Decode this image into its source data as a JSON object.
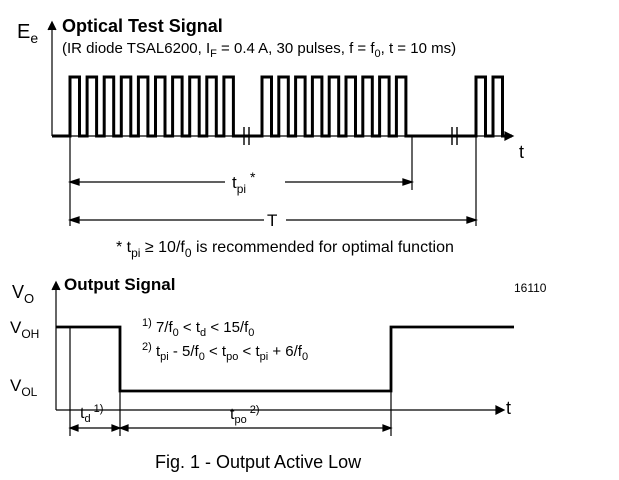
{
  "top": {
    "y_axis_label": "E",
    "y_axis_label_sub": "e",
    "title": "Optical Test Signal",
    "subtitle_prefix": "(IR diode TSAL6200, I",
    "subtitle_sub_f": "F",
    "subtitle_mid": " = 0.4 A, 30 pulses, f = f",
    "subtitle_sub_0": "0",
    "subtitle_suffix": ", t = 10 ms)",
    "time_axis_label": "t",
    "tpi_label": "t",
    "tpi_sub": "pi",
    "tpi_star": " *",
    "T_label": "T",
    "note_prefix": "* t",
    "note_sub_pi": "pi",
    "note_mid": " ≥ 10/f",
    "note_sub_0": "0",
    "note_suffix": " is recommended for optimal function"
  },
  "bottom": {
    "y_axis_label": "V",
    "y_axis_label_sub": "O",
    "title": "Output Signal",
    "doc_number": "16110",
    "voh_label": "V",
    "voh_sub": "OH",
    "vol_label": "V",
    "vol_sub": "OL",
    "time_axis_label": "t",
    "cond1_marker": "1)",
    "cond1_a": " 7/f",
    "cond1_sub_a": "0",
    "cond1_b": " < t",
    "cond1_sub_b": "d",
    "cond1_c": " < 15/f",
    "cond1_sub_c": "0",
    "cond2_marker": "2)",
    "cond2_a": " t",
    "cond2_sub_a": "pi",
    "cond2_b": " - 5/f",
    "cond2_sub_b": "0",
    "cond2_c": " < t",
    "cond2_sub_c": "po",
    "cond2_d": " < t",
    "cond2_sub_d": "pi",
    "cond2_e": " + 6/f",
    "cond2_sub_e": "0",
    "td_label": "t",
    "td_sub": "d",
    "td_marker": " 1)",
    "tpo_label": "t",
    "tpo_sub": "po",
    "tpo_marker": " 2)"
  },
  "caption": "Fig. 1 - Output Active Low"
}
